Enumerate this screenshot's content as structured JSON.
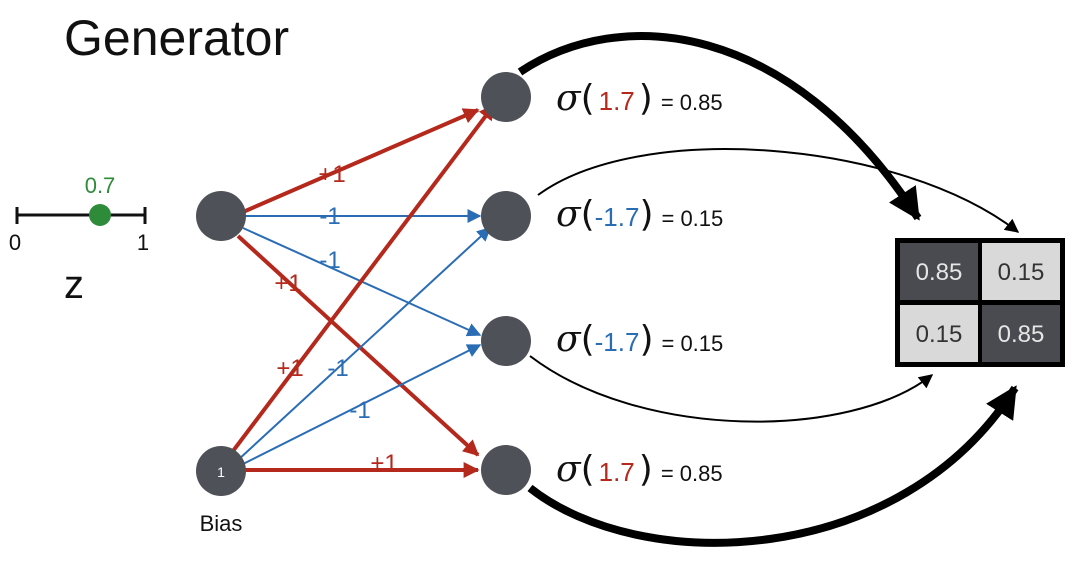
{
  "title": "Generator",
  "slider": {
    "value_label": "0.7",
    "value": 0.7,
    "min_label": "0",
    "max_label": "1",
    "var_label": "z",
    "value_color": "#2e8b3a"
  },
  "bias_node": {
    "inner_label": "1",
    "caption": "Bias"
  },
  "edge_labels": {
    "z_to_h1": "+1",
    "z_to_h2": "-1",
    "z_to_h3": "-1",
    "z_to_h4": "+1",
    "bias_to_h1": "+1",
    "bias_to_h2": "-1",
    "bias_to_h3": "-1",
    "bias_to_h4": "+1"
  },
  "activations": [
    {
      "sigma": "σ",
      "input": "1.7",
      "result": "= 0.85",
      "input_color": "#b5281c"
    },
    {
      "sigma": "σ",
      "input": "-1.7",
      "result": "= 0.15",
      "input_color": "#2a6db5"
    },
    {
      "sigma": "σ",
      "input": "-1.7",
      "result": "= 0.15",
      "input_color": "#2a6db5"
    },
    {
      "sigma": "σ",
      "input": "1.7",
      "result": "= 0.85",
      "input_color": "#b5281c"
    }
  ],
  "output_grid": [
    {
      "value": "0.85",
      "shade": "dark"
    },
    {
      "value": "0.15",
      "shade": "light"
    },
    {
      "value": "0.15",
      "shade": "light"
    },
    {
      "value": "0.85",
      "shade": "dark"
    }
  ],
  "colors": {
    "positive": "#b5281c",
    "negative": "#2a6db5",
    "node": "#4f5158",
    "dark_cell": "#4a4b50",
    "light_cell": "#d9d9d9"
  }
}
